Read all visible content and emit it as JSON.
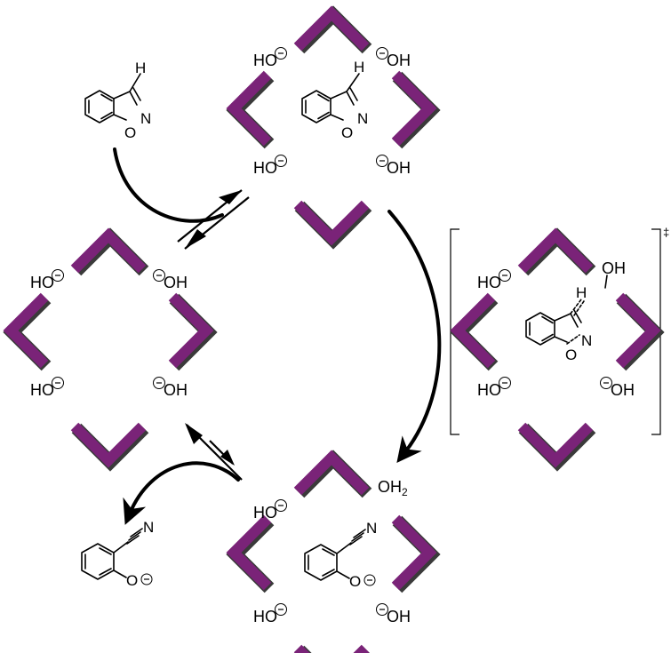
{
  "colors": {
    "host": "#7a2378",
    "ink": "#000000"
  },
  "labels": {
    "hydroxide_left": "HO",
    "hydroxide_right": "OH",
    "water": "OH",
    "water_sub": "2",
    "ts_oh": "OH",
    "dagger": "‡",
    "charge": "−",
    "H": "H",
    "N": "N",
    "O": "O"
  }
}
